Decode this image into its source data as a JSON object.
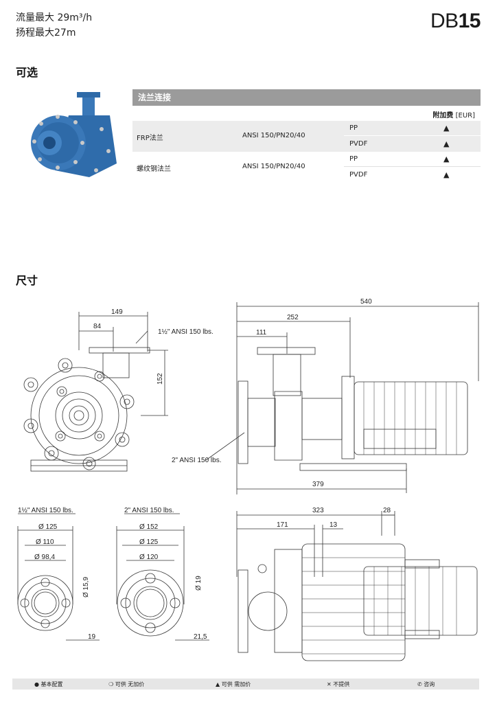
{
  "header": {
    "flow_line": "流量最大 29m³/h",
    "head_line": "扬程最大27m",
    "model_prefix": "DB",
    "model_number": "15"
  },
  "options": {
    "title": "可选",
    "table": {
      "heading": "法兰连接",
      "surcharge_label": "附加费",
      "surcharge_unit": "[EUR]",
      "groups": [
        {
          "name": "FRP法兰",
          "standard": "ANSI 150/PN20/40",
          "rows": [
            {
              "material": "PP",
              "mark": "▲"
            },
            {
              "material": "PVDF",
              "mark": "▲"
            }
          ]
        },
        {
          "name": "螺纹钢法兰",
          "standard": "ANSI 150/PN20/40",
          "rows": [
            {
              "material": "PP",
              "mark": "▲"
            },
            {
              "material": "PVDF",
              "mark": "▲"
            }
          ]
        }
      ]
    }
  },
  "dimensions": {
    "title": "尺寸",
    "front": {
      "d149": "149",
      "d84": "84",
      "d152": "152",
      "outlet_label": "1½\" ANSI 150 lbs."
    },
    "side": {
      "d540": "540",
      "d252": "252",
      "d111": "111",
      "d379": "379",
      "inlet_label": "2\" ANSI 150 lbs."
    },
    "flange_small": {
      "title": "1½\" ANSI 150 lbs.",
      "d1": "Ø 125",
      "d2": "Ø 110",
      "d3": "Ø 98,4",
      "hole": "Ø 15,9",
      "thick": "19"
    },
    "flange_large": {
      "title": "2\"  ANSI 150 lbs.",
      "d1": "Ø 152",
      "d2": "Ø 125",
      "d3": "Ø 120",
      "hole": "Ø 19",
      "thick": "21,5"
    },
    "top": {
      "d323": "323",
      "d171": "171",
      "d13": "13",
      "d28": "28"
    }
  },
  "legend": [
    {
      "symbol": "●",
      "text": "基本配置"
    },
    {
      "symbol": "❍",
      "text": "可供 无加价"
    },
    {
      "symbol": "▲",
      "text": "可供 需加价"
    },
    {
      "symbol": "✕",
      "text": "不提供"
    },
    {
      "symbol": "✆",
      "text": "咨询"
    }
  ],
  "colors": {
    "pump_blue": "#3a78b8",
    "table_header": "#9b9b9b",
    "row_shade": "#ececec"
  }
}
